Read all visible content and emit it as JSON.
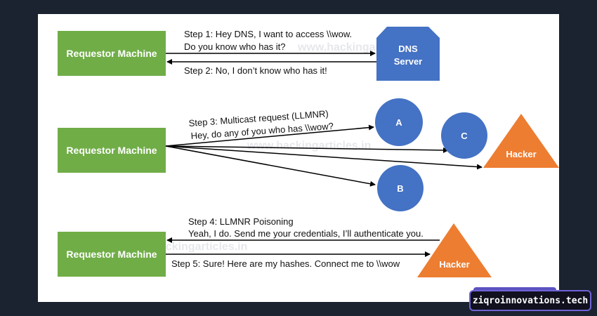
{
  "colors": {
    "requestor_box": "#70ad47",
    "server_box": "#4472c4",
    "node_circle": "#4472c4",
    "hacker_triangle": "#ed7d31",
    "arrow": "#000000",
    "page_background": "#1b2230",
    "badge_border": "#6e63d6"
  },
  "section1": {
    "requestor_label": "Requestor Machine",
    "server_label_line1": "DNS",
    "server_label_line2": "Server",
    "step1_line1": "Step 1: Hey DNS, I want to access \\\\wow.",
    "step1_line2": "Do you know who has it?",
    "step2": "Step 2: No, I don’t know who has it!"
  },
  "section2": {
    "requestor_label": "Requestor Machine",
    "step3_line1": "Step 3: Multicast request (LLMNR)",
    "step3_line2": "Hey, do any of you who has \\\\wow?",
    "node_a": "A",
    "node_b": "B",
    "node_c": "C",
    "hacker_label": "Hacker"
  },
  "section3": {
    "requestor_label": "Requestor Machine",
    "step4_line1": "Step 4: LLMNR Poisoning",
    "step4_line2": "Yeah, I do. Send me your credentials, I’ll authenticate you.",
    "step5": "Step 5: Sure! Here are my hashes. Connect me to \\\\wow",
    "hacker_label": "Hacker"
  },
  "watermarks": [
    "www.hackingarticles.in",
    "www.hackingarticles.in",
    "www.hackingarticles.in"
  ],
  "badge": "ziqroinnovations.tech"
}
